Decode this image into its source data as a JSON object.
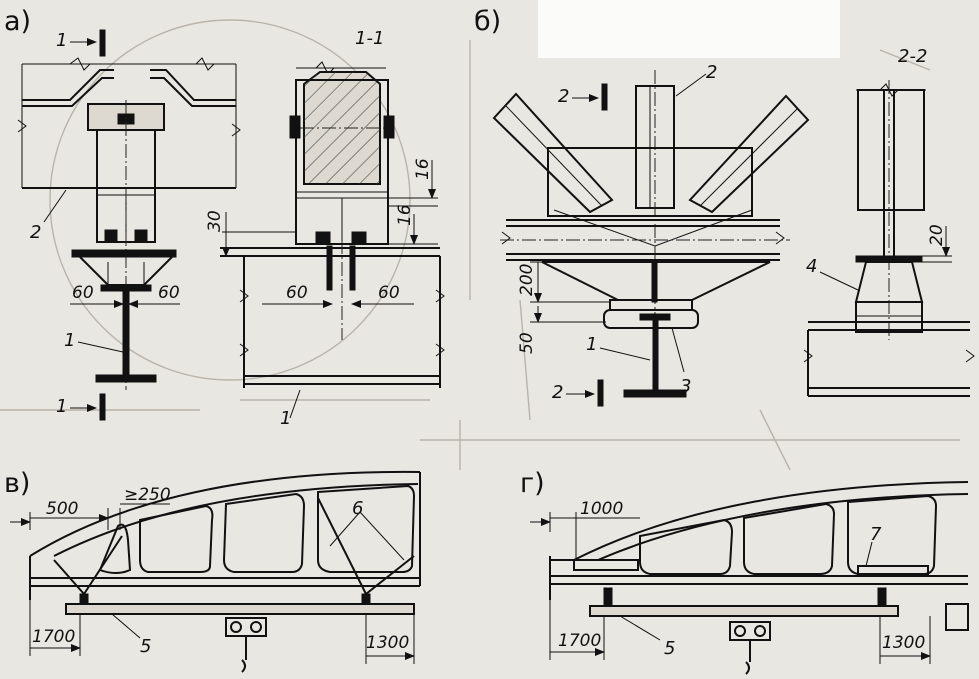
{
  "panels": {
    "a": {
      "letter": "а)",
      "section_title": "1-1",
      "cut_mark": "1",
      "labels": {
        "purlin": "1",
        "beam": "2"
      },
      "dims": {
        "left": "60",
        "right": "60",
        "v30": "30",
        "v16a": "16",
        "v16b": "16"
      }
    },
    "b": {
      "letter": "б)",
      "section_title": "2-2",
      "cut_mark": "2",
      "labels": {
        "purlin": "1",
        "post": "2",
        "clamp": "3",
        "gusset": "4"
      },
      "dims": {
        "v200": "200",
        "v50": "50",
        "v20": "20"
      }
    },
    "v": {
      "letter": "в)",
      "labels": {
        "crane_beam": "5",
        "struts": "6"
      },
      "dims": {
        "top_left": "500",
        "top_min": "≥250",
        "bottom_left": "1700",
        "bottom_right": "1300"
      }
    },
    "g": {
      "letter": "г)",
      "labels": {
        "crane_beam": "5",
        "brace": "7"
      },
      "dims": {
        "top_left": "1000",
        "bottom_left": "1700",
        "bottom_right": "1300"
      }
    }
  }
}
